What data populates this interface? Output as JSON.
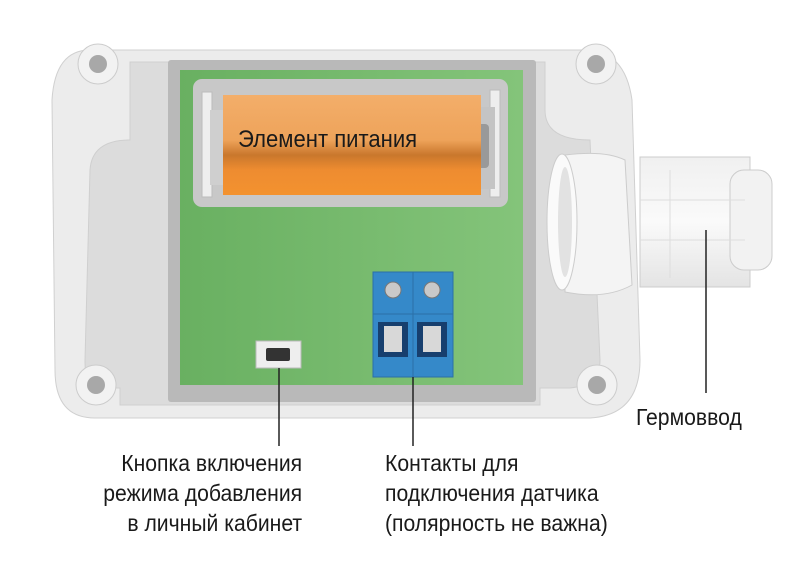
{
  "battery_label": "Элемент питания",
  "gland_label": "Гермоввод",
  "button_label": [
    "Кнопка включения",
    "режима добавления",
    "в личный кабинет"
  ],
  "contacts_label": [
    "Контакты для",
    "подключения датчика",
    "(полярность не важна)"
  ],
  "colors": {
    "board": "#6db868",
    "battery": "#f0953a",
    "terminal": "#2f8fd0",
    "case": "#ececec"
  }
}
